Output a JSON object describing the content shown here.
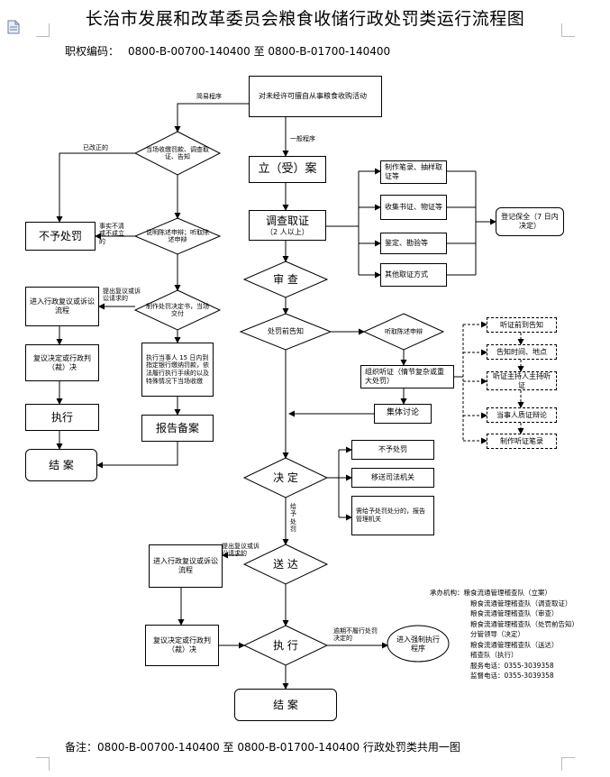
{
  "title": "长治市发展和改革委员会粮食收储行政处罚类运行流程图",
  "code_label": "职权编码：",
  "code_value": "0800-B-00700-140400 至 0800-B-01700-140400",
  "footer": "备注：0800-B-00700-140400 至 0800-B-01700-140400 行政处罚类共用一图",
  "nodes": {
    "start": "对未经许可擅自从事粮食收购活动",
    "diamond_simple": "当场收缴罚款、调查取证、告知",
    "no_penalty_left": "不予处罚",
    "diamond_statement": "说明陈述申辩；听取陈述申辩",
    "diamond_decision_left": "制作处罚决定书，当场交付",
    "admin_review_left": "进入行政复议或诉讼流程",
    "review_result_left": "复议决定或行政判（裁）决",
    "execute_left": "执行",
    "end_left": "结 案",
    "execute_notice": "执行当事人 15 日内到指定银行缴纳罚款，依法履行执行手续的以及特殊情况下当场收缴",
    "report_filing": "报告备案",
    "register": "立（受）案",
    "investigate": "调查取证",
    "investigate_sub": "（2 人以上）",
    "inv_1": "制作笔录、抽样取证等",
    "inv_2": "收集书证、物证等",
    "inv_3": "鉴定、勘验等",
    "inv_4": "其他取证方式",
    "preservation": "登记保全（7 日内决定）",
    "review": "审 查",
    "diamond_prior_notice": "处罚前告知",
    "diamond_hearing": "听取陈述申辩",
    "hearing_org": "组织听证（情节复杂或重大处罚）",
    "collective": "集体讨论",
    "hr_1": "听证前到告知",
    "hr_2": "告知时间、地点",
    "hr_3": "听证主持人主持听证",
    "hr_4": "当事人质证辩论",
    "hr_5": "制作听证笔录",
    "decision": "决 定",
    "dec_1": "不予处罚",
    "dec_2": "移送司法机关",
    "dec_3": "需给予处罚处分的，报告管理机关",
    "delivery": "送 达",
    "admin_review_bottom": "进入行政复议或诉讼流程",
    "review_result_bottom": "复议决定或行政判（裁）决",
    "execute_bottom": "执 行",
    "enforce": "进入强制执行程序",
    "end_bottom": "结 案"
  },
  "labels": {
    "simple_procedure": "简易程序",
    "general_procedure": "一般程序",
    "corrected": "已改正的",
    "facts_unclear": "事实不清或不成立的",
    "appeal_request_left": "提出复议或诉讼请求的",
    "give_penalty": "给予处罚",
    "appeal_request_bottom": "提出复议或诉讼请求的",
    "overdue": "逾期不履行处罚决定的"
  },
  "organizer": [
    "承办机构：粮食流通管理稽查队（立案）",
    "粮食流通管理稽查队（调查取证）",
    "粮食流通管理稽查队（审查）",
    "粮食流通管理稽查队（处罚前告知）",
    "分管领导（决定）",
    "粮食流通管理稽查队（送达）",
    "稽查队（执行）",
    "服务电话：0355-3039358",
    "监督电话：0355-3039358"
  ]
}
